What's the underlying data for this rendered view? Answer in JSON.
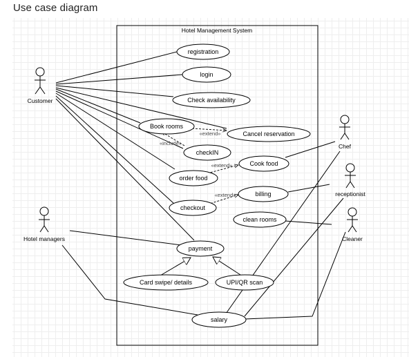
{
  "page": {
    "title": "Use case diagram"
  },
  "system": {
    "label": "Hotel Management System"
  },
  "actors": {
    "customer": "Customer",
    "chef": "Chef",
    "receptionist": "receptionist",
    "cleaner": "Cleaner",
    "hotel_managers": "Hotel managers"
  },
  "use_cases": {
    "registration": "registration",
    "login": "login",
    "check_availability": "Check availability",
    "book_rooms": "Book rooms",
    "cancel_reservation": "Cancel reservation",
    "checkin": "checkIN",
    "cook_food": "Cook food",
    "order_food": "order food",
    "billing": "billing",
    "checkout": "checkout",
    "clean_rooms": "clean rooms",
    "payment": "payment",
    "card_swipe": "Card swipe/ details",
    "upi_qr": "UPI/QR scan",
    "salary": "salary"
  },
  "relations": {
    "extend_cancel": "«extend»",
    "include_checkin": "«include»",
    "extend_cook": "«extend»",
    "extend_billing": "«extend»"
  }
}
